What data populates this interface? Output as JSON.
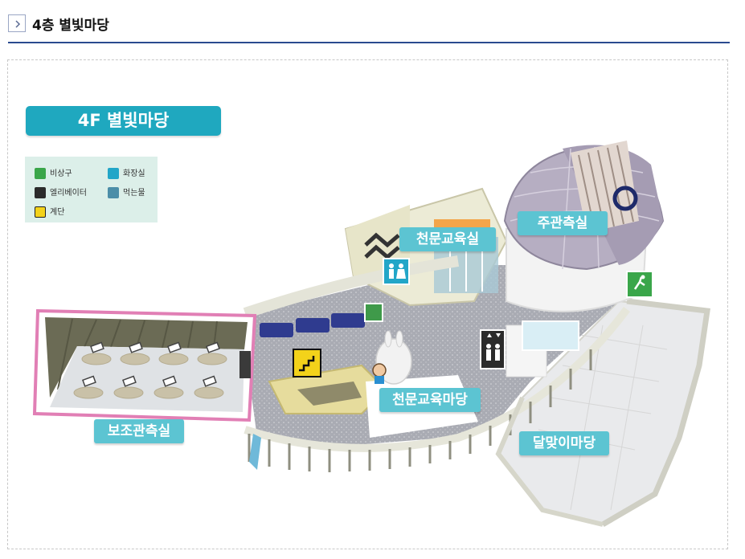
{
  "page": {
    "title": "4층 별빛마당"
  },
  "map": {
    "floor_badge": "4F 별빛마당",
    "legend": [
      {
        "label": "비상구",
        "icon": "emergency-exit-icon",
        "color": "#3aa64a"
      },
      {
        "label": "화장실",
        "icon": "restroom-icon",
        "color": "#22a6c8"
      },
      {
        "label": "엘리베이터",
        "icon": "elevator-icon",
        "color": "#2b2b2b"
      },
      {
        "label": "먹는물",
        "icon": "drinking-water-icon",
        "color": "#4c8ea8"
      },
      {
        "label": "계단",
        "icon": "stairs-icon",
        "color": "#f3d21a"
      }
    ],
    "areas": {
      "main_observatory": "주관측실",
      "astronomy_classroom": "천문교육실",
      "sub_observatory": "보조관측실",
      "astronomy_yard": "천문교육마당",
      "moon_yard": "달맞이마당"
    }
  }
}
